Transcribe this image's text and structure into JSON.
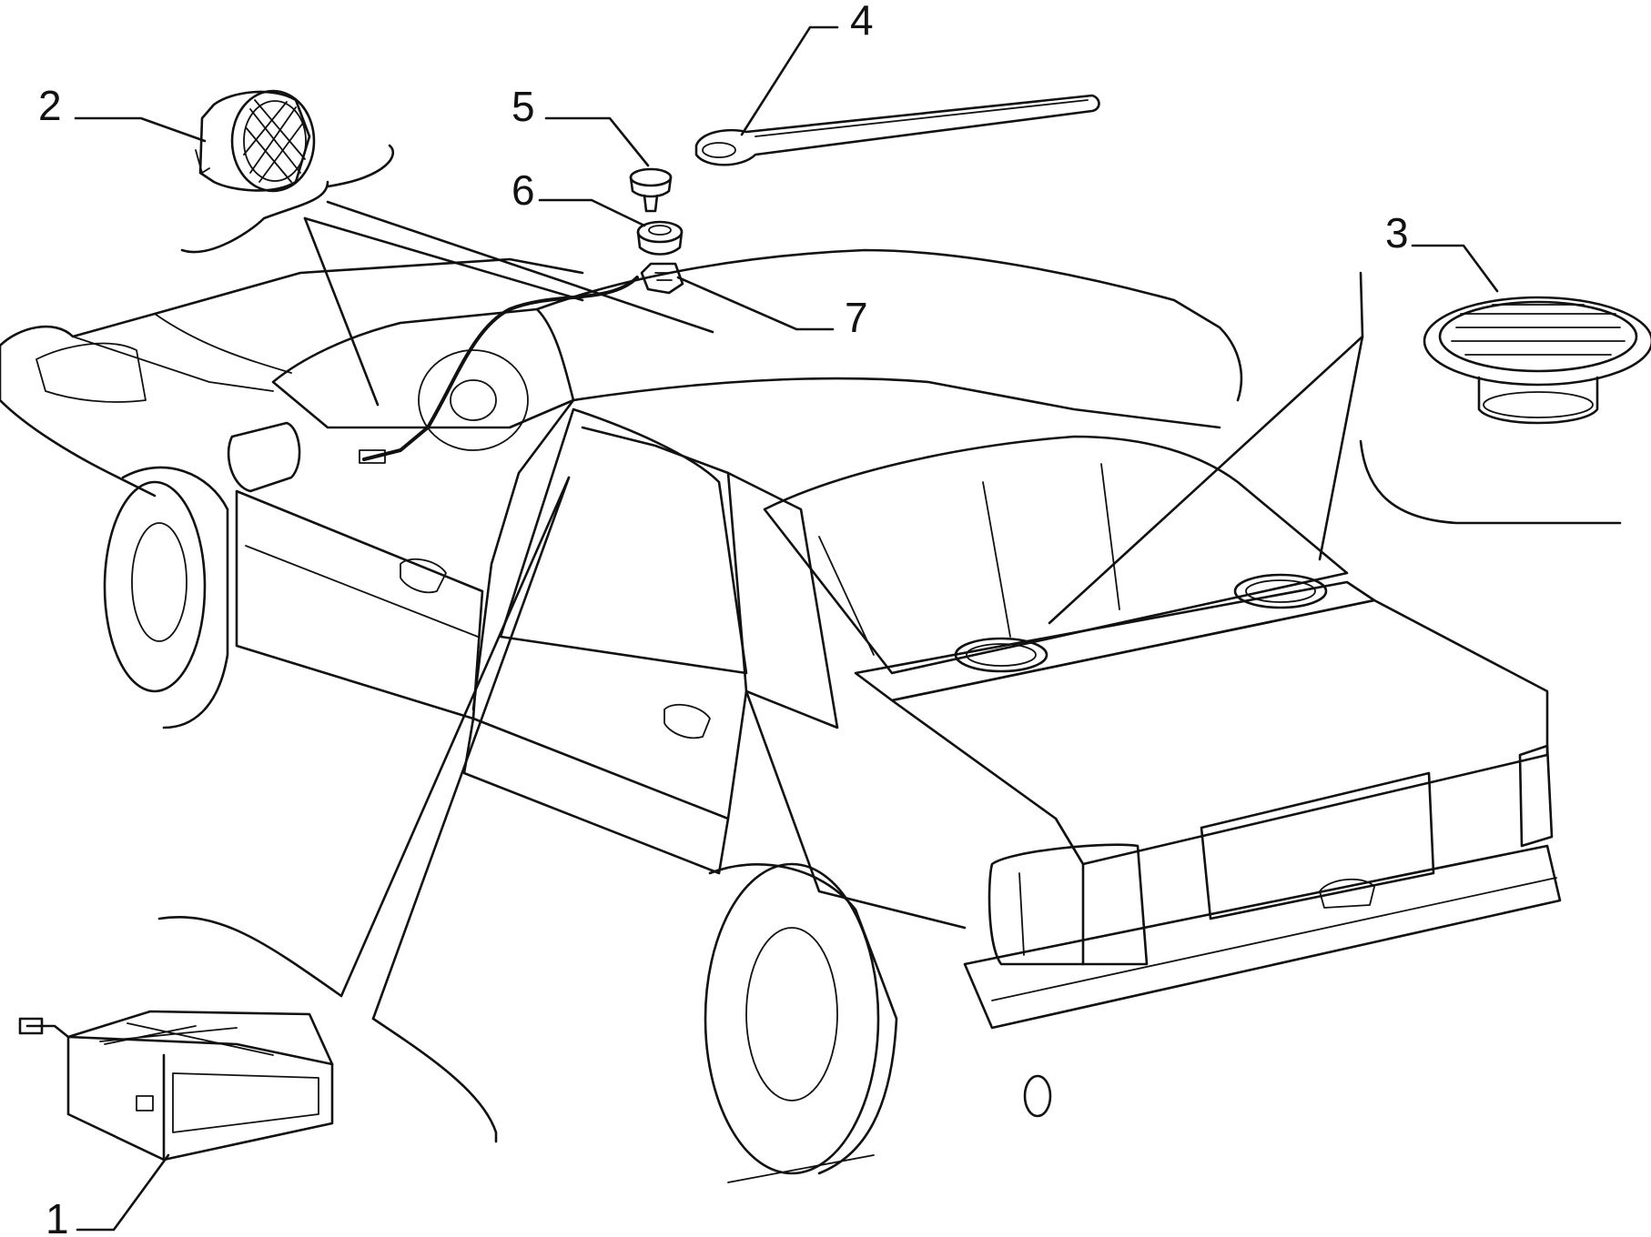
{
  "callouts": [
    {
      "id": "1",
      "label": "1"
    },
    {
      "id": "2",
      "label": "2"
    },
    {
      "id": "3",
      "label": "3"
    },
    {
      "id": "4",
      "label": "4"
    },
    {
      "id": "5",
      "label": "5"
    },
    {
      "id": "6",
      "label": "6"
    },
    {
      "id": "7",
      "label": "7"
    }
  ],
  "colors": {
    "ink": "#111111",
    "background": "#ffffff"
  }
}
